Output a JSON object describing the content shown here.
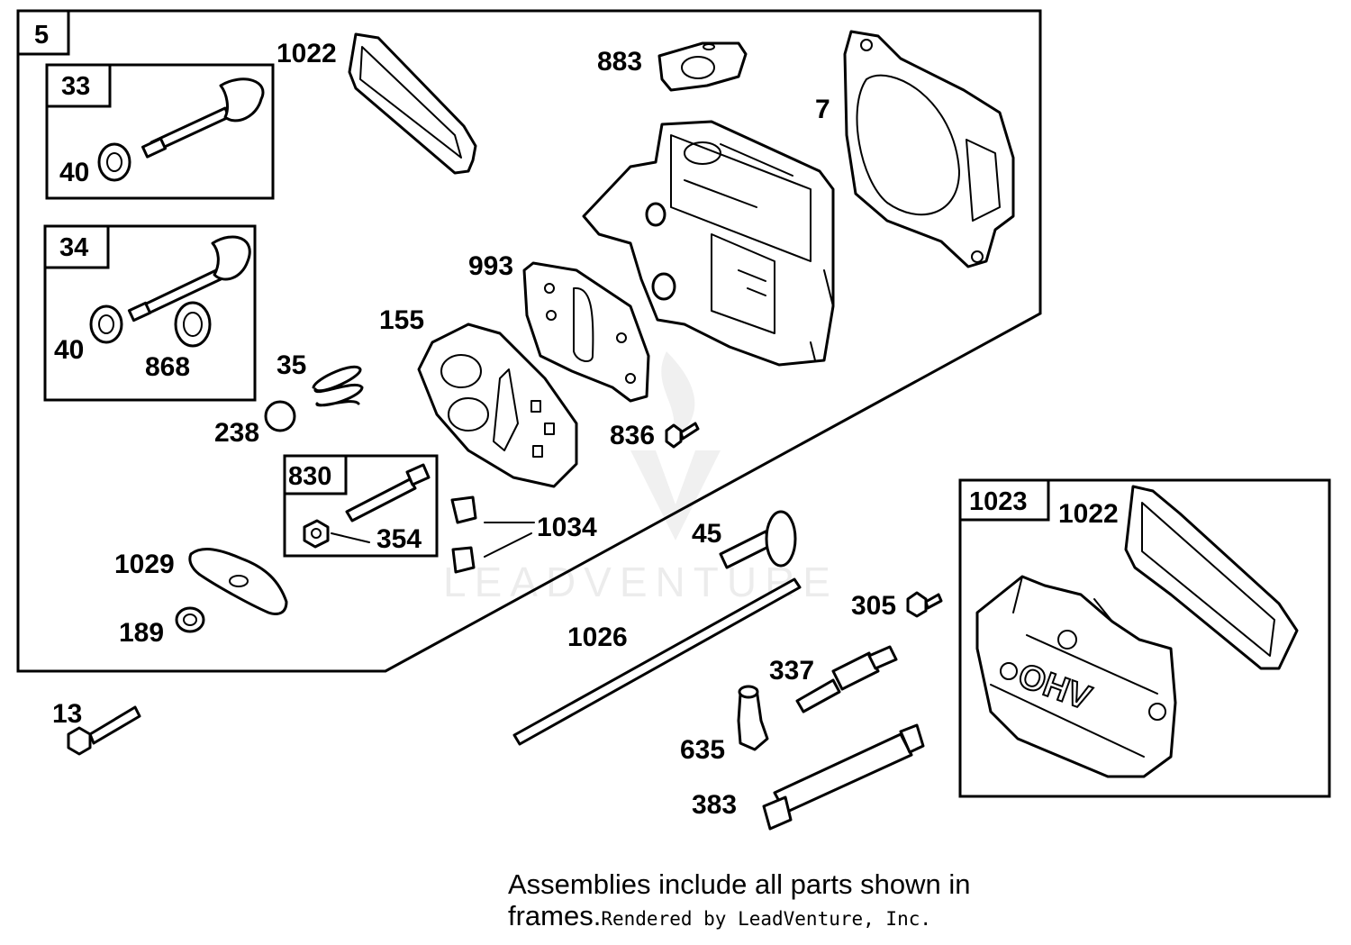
{
  "frames": {
    "main": "5",
    "exhaust_valve": "33",
    "intake_valve": "34",
    "rocker_stud": "830",
    "valve_cover": "1023"
  },
  "callouts": {
    "p1022_top": "1022",
    "p883": "883",
    "p7": "7",
    "p40_a": "40",
    "p40_b": "40",
    "p868": "868",
    "p993": "993",
    "p155": "155",
    "p35": "35",
    "p238": "238",
    "p836": "836",
    "p354": "354",
    "p1034": "1034",
    "p1029": "1029",
    "p189": "189",
    "p45": "45",
    "p1022_cover": "1022",
    "p305": "305",
    "p1026": "1026",
    "p337": "337",
    "p13": "13",
    "p635": "635",
    "p383": "383"
  },
  "cover_embossing": "OHV",
  "watermark": "LEADVENTURE",
  "footnote": {
    "text": "Assemblies include all parts shown in frames.",
    "rendered_by": "Rendered by LeadVenture, Inc."
  }
}
